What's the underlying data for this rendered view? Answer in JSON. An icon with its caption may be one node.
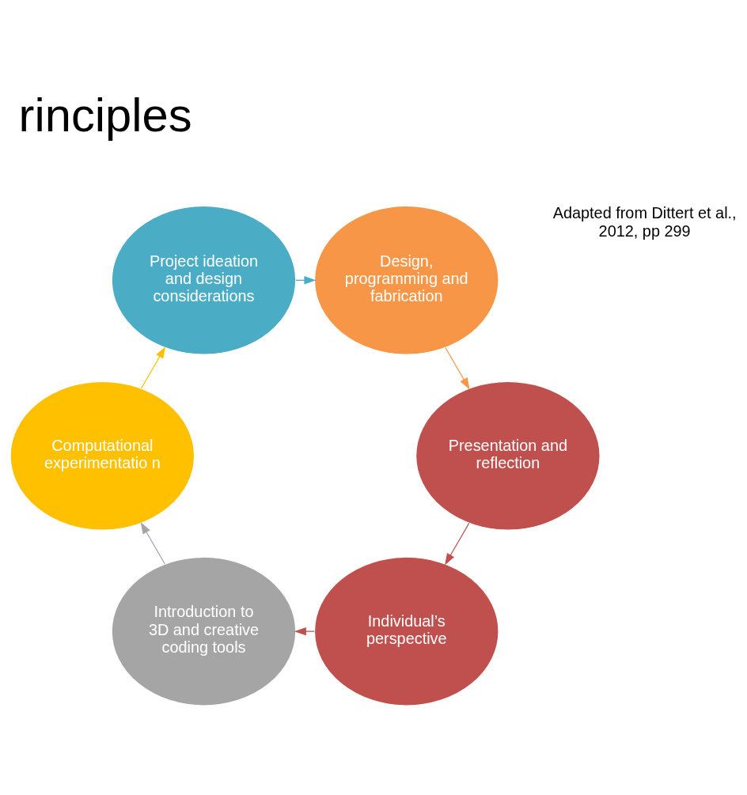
{
  "diagram": {
    "title": "rinciples",
    "nodes": [
      {
        "text": [
          "Individual’s perspective"
        ]
      },
      {
        "text": [
          "Introduction to 3D and creative coding tools"
        ]
      },
      {
        "text": [
          "Computational experimentatio n"
        ]
      },
      {
        "text": [
          "Project ideation and design considerations"
        ]
      },
      {
        "text": [
          "Design, programming and fabrication"
        ]
      },
      {
        "text": [
          "Presentation and reflection"
        ]
      }
    ],
    "edges": [
      {
        "from": 0,
        "to": 1,
        "arrow": "to",
        "color": "#c0504d"
      },
      {
        "from": 1,
        "to": 2,
        "arrow": "to",
        "color": "#a5a5a5"
      },
      {
        "from": 2,
        "to": 3,
        "arrow": "to",
        "color": "#ffc000"
      },
      {
        "from": 3,
        "to": 4,
        "arrow": "to",
        "color": "#4bacc6"
      },
      {
        "from": 4,
        "to": 5,
        "arrow": "to",
        "color": "#f79646"
      },
      {
        "from": 5,
        "to": 0,
        "arrow": "to",
        "color": "#c0504d"
      }
    ],
    "labels": [
      "Adapted from Dittert et al., 2012, pp 299"
    ]
  }
}
